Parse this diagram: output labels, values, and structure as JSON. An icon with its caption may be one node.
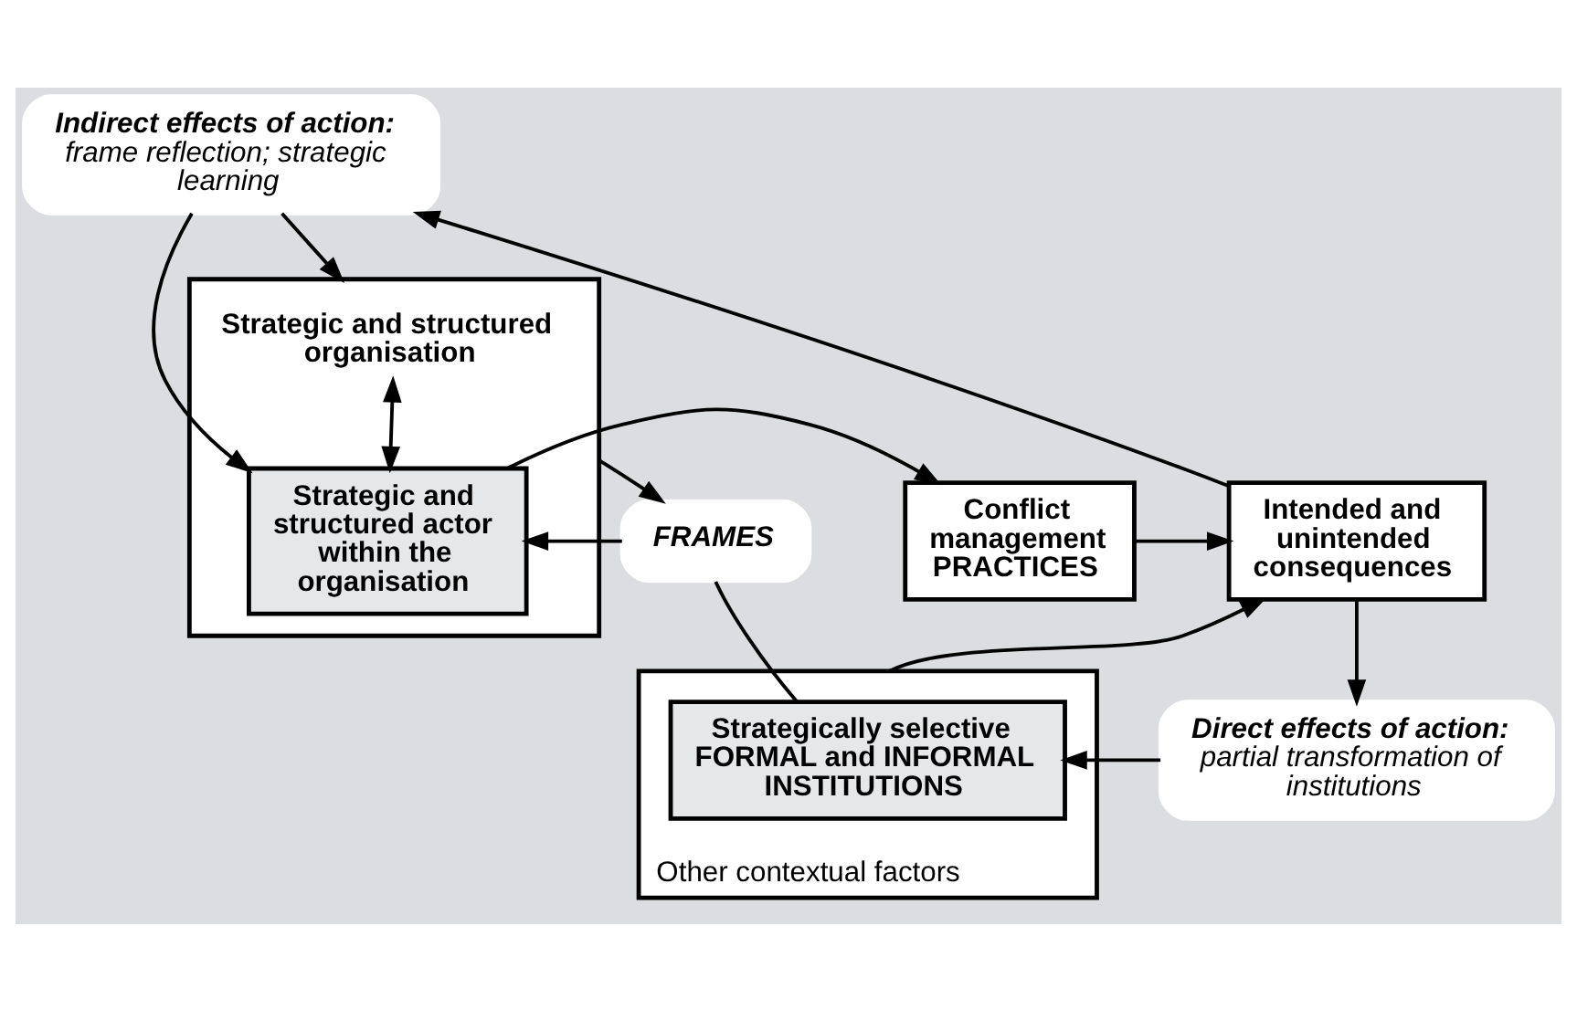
{
  "diagram": {
    "nodes": [
      {
        "text": [
          "Indirect effects of action:",
          "frame reflection; strategic learning"
        ]
      },
      {
        "text": [
          "Strategic and structured organisation"
        ]
      },
      {
        "text": [
          "Strategic and structured actor within the organisation"
        ],
        "in": 1
      },
      {
        "text": [
          "Conflict management PRACTICES"
        ]
      },
      {
        "text": [
          "Intended and unintended consequences"
        ]
      },
      {
        "text": [
          "FRAMES"
        ]
      },
      {
        "text": [
          "Other contextual factors"
        ]
      },
      {
        "text": [
          "Strategically selective FORMAL and INFORMAL INSTITUTIONS"
        ],
        "in": 6
      },
      {
        "text": [
          "Direct effects of action:",
          "partial transformation of institutions"
        ]
      }
    ],
    "edges": [
      {
        "from": 0,
        "to": 1,
        "arrow": "to"
      },
      {
        "from": 0,
        "to": 2,
        "arrow": "to"
      },
      {
        "from": 1,
        "to": 2,
        "arrow": "both"
      },
      {
        "from": 2,
        "to": 3,
        "arrow": "to"
      },
      {
        "from": 3,
        "to": 4,
        "arrow": "to"
      },
      {
        "from": 6,
        "to": 4,
        "arrow": "to"
      },
      {
        "from": 1,
        "to": 5,
        "arrow": "to"
      },
      {
        "from": 7,
        "to": 5,
        "arrow": "none"
      },
      {
        "from": 5,
        "to": 2,
        "arrow": "to"
      },
      {
        "from": 4,
        "to": 0,
        "arrow": "to"
      },
      {
        "from": 4,
        "to": 8,
        "arrow": "to"
      },
      {
        "from": 8,
        "to": 7,
        "arrow": "to"
      }
    ]
  }
}
